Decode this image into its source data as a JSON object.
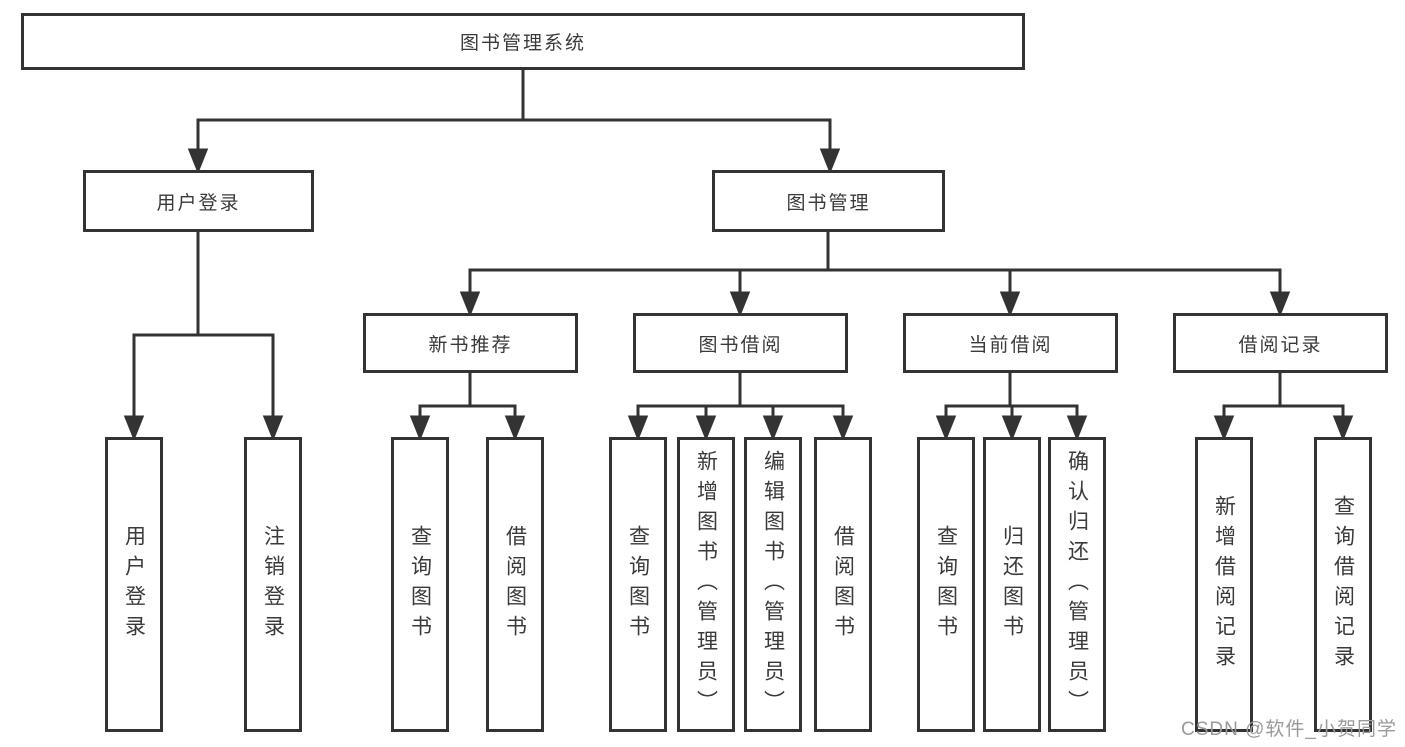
{
  "diagram": {
    "root": {
      "label": "图书管理系统"
    },
    "branches": [
      {
        "label": "用户登录",
        "children": [
          {
            "label": "用户登录"
          },
          {
            "label": "注销登录"
          }
        ]
      },
      {
        "label": "图书管理",
        "children": [
          {
            "label": "新书推荐",
            "children": [
              {
                "label": "查询图书"
              },
              {
                "label": "借阅图书"
              }
            ]
          },
          {
            "label": "图书借阅",
            "children": [
              {
                "label": "查询图书"
              },
              {
                "label": "新增图书（管理员）"
              },
              {
                "label": "编辑图书（管理员）"
              },
              {
                "label": "借阅图书"
              }
            ]
          },
          {
            "label": "当前借阅",
            "children": [
              {
                "label": "查询图书"
              },
              {
                "label": "归还图书"
              },
              {
                "label": "确认归还（管理员）"
              }
            ]
          },
          {
            "label": "借阅记录",
            "children": [
              {
                "label": "新增借阅记录"
              },
              {
                "label": "查询借阅记录"
              }
            ]
          }
        ]
      }
    ]
  },
  "watermark": {
    "text": "CSDN @软件_小贺同学"
  },
  "colors": {
    "line": "#333333",
    "box_border": "#333333",
    "text": "#3a3a3a",
    "watermark": "#9a9a9a",
    "background": "#ffffff"
  }
}
